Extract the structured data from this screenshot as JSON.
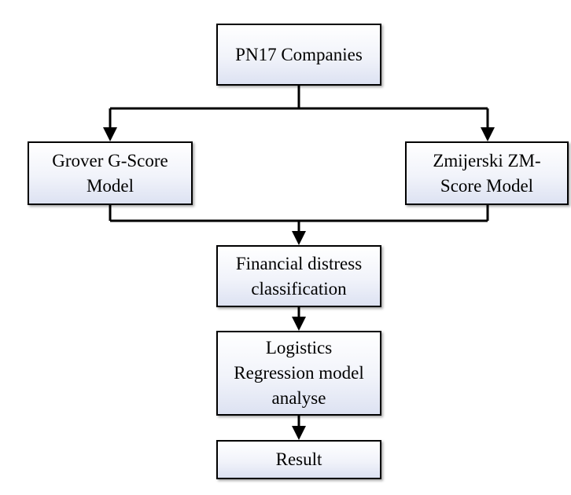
{
  "nodes": {
    "pn17": {
      "lines": [
        "PN17 Companies"
      ]
    },
    "grover": {
      "lines": [
        "Grover G-Score",
        "Model"
      ]
    },
    "zmijerski": {
      "lines": [
        "Zmijerski ZM-",
        "Score Model"
      ]
    },
    "financial_distress": {
      "lines": [
        "Financial distress",
        "classification"
      ]
    },
    "logistics": {
      "lines": [
        "Logistics",
        "Regression model",
        "analyse"
      ]
    },
    "result": {
      "lines": [
        "Result"
      ]
    }
  }
}
